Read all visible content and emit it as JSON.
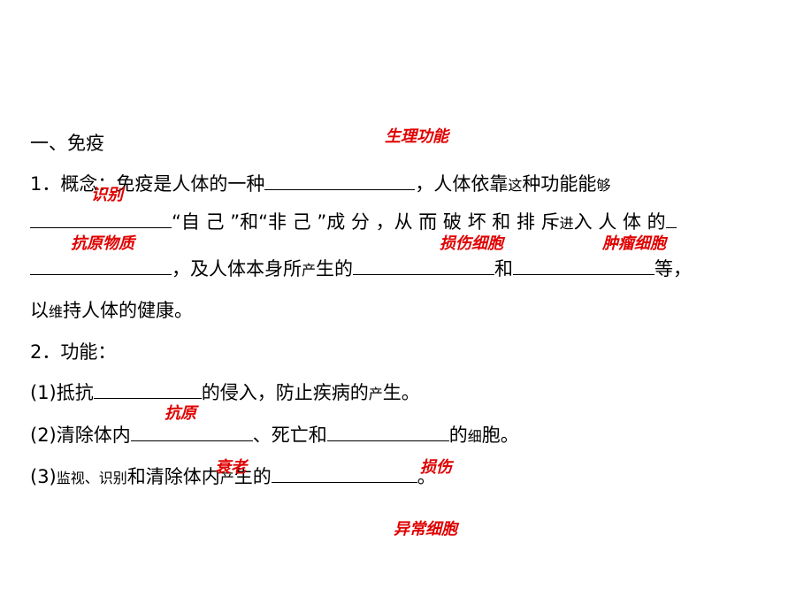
{
  "section_title": "一、免疫",
  "concept": {
    "number": "1．",
    "label": "概念：",
    "line1_text_a": "免疫是人体的一种",
    "line1_text_b": "，人体依靠",
    "line1_small_1": "这",
    "line1_text_c": "种功能能",
    "line1_small_2": "够",
    "line2_text_a": "“自 己 ”和“非 己 ”成 分 ，从 而 破 坏 和 排 斥",
    "line2_small": "进",
    "line2_text_b": "入 人 体 的",
    "line3_text_a": "，及人体本身所",
    "line3_small": "产",
    "line3_text_b": "生的",
    "line3_text_c": "和",
    "line3_text_d": "等，",
    "line4_text_a": "以",
    "line4_small": "维",
    "line4_text_b": "持人体的健康。"
  },
  "function": {
    "heading": "2．功能：",
    "item1_prefix": "(1)抵抗",
    "item1_suffix_a": "的侵入，防止疾病的",
    "item1_small": "产",
    "item1_suffix_b": "生。",
    "item2_prefix": "(2)清除体内",
    "item2_middle": "、死亡和",
    "item2_suffix_a": "的",
    "item2_small": "细",
    "item2_suffix_b": "胞。",
    "item3_prefix": "(3)",
    "item3_small_1": "监视、识别",
    "item3_text_a": "和清除体内",
    "item3_small_2": "产",
    "item3_text_b": "生的",
    "item3_suffix": "。"
  },
  "answers": {
    "a1": "生理功能",
    "a2": "识别",
    "a3": "抗原物质",
    "a4": "损伤细胞",
    "a5": "肿瘤细胞",
    "a6": "抗原",
    "a7": "衰老",
    "a8": "损伤",
    "a9": "异常细胞"
  },
  "colors": {
    "answer": "#e00000"
  }
}
